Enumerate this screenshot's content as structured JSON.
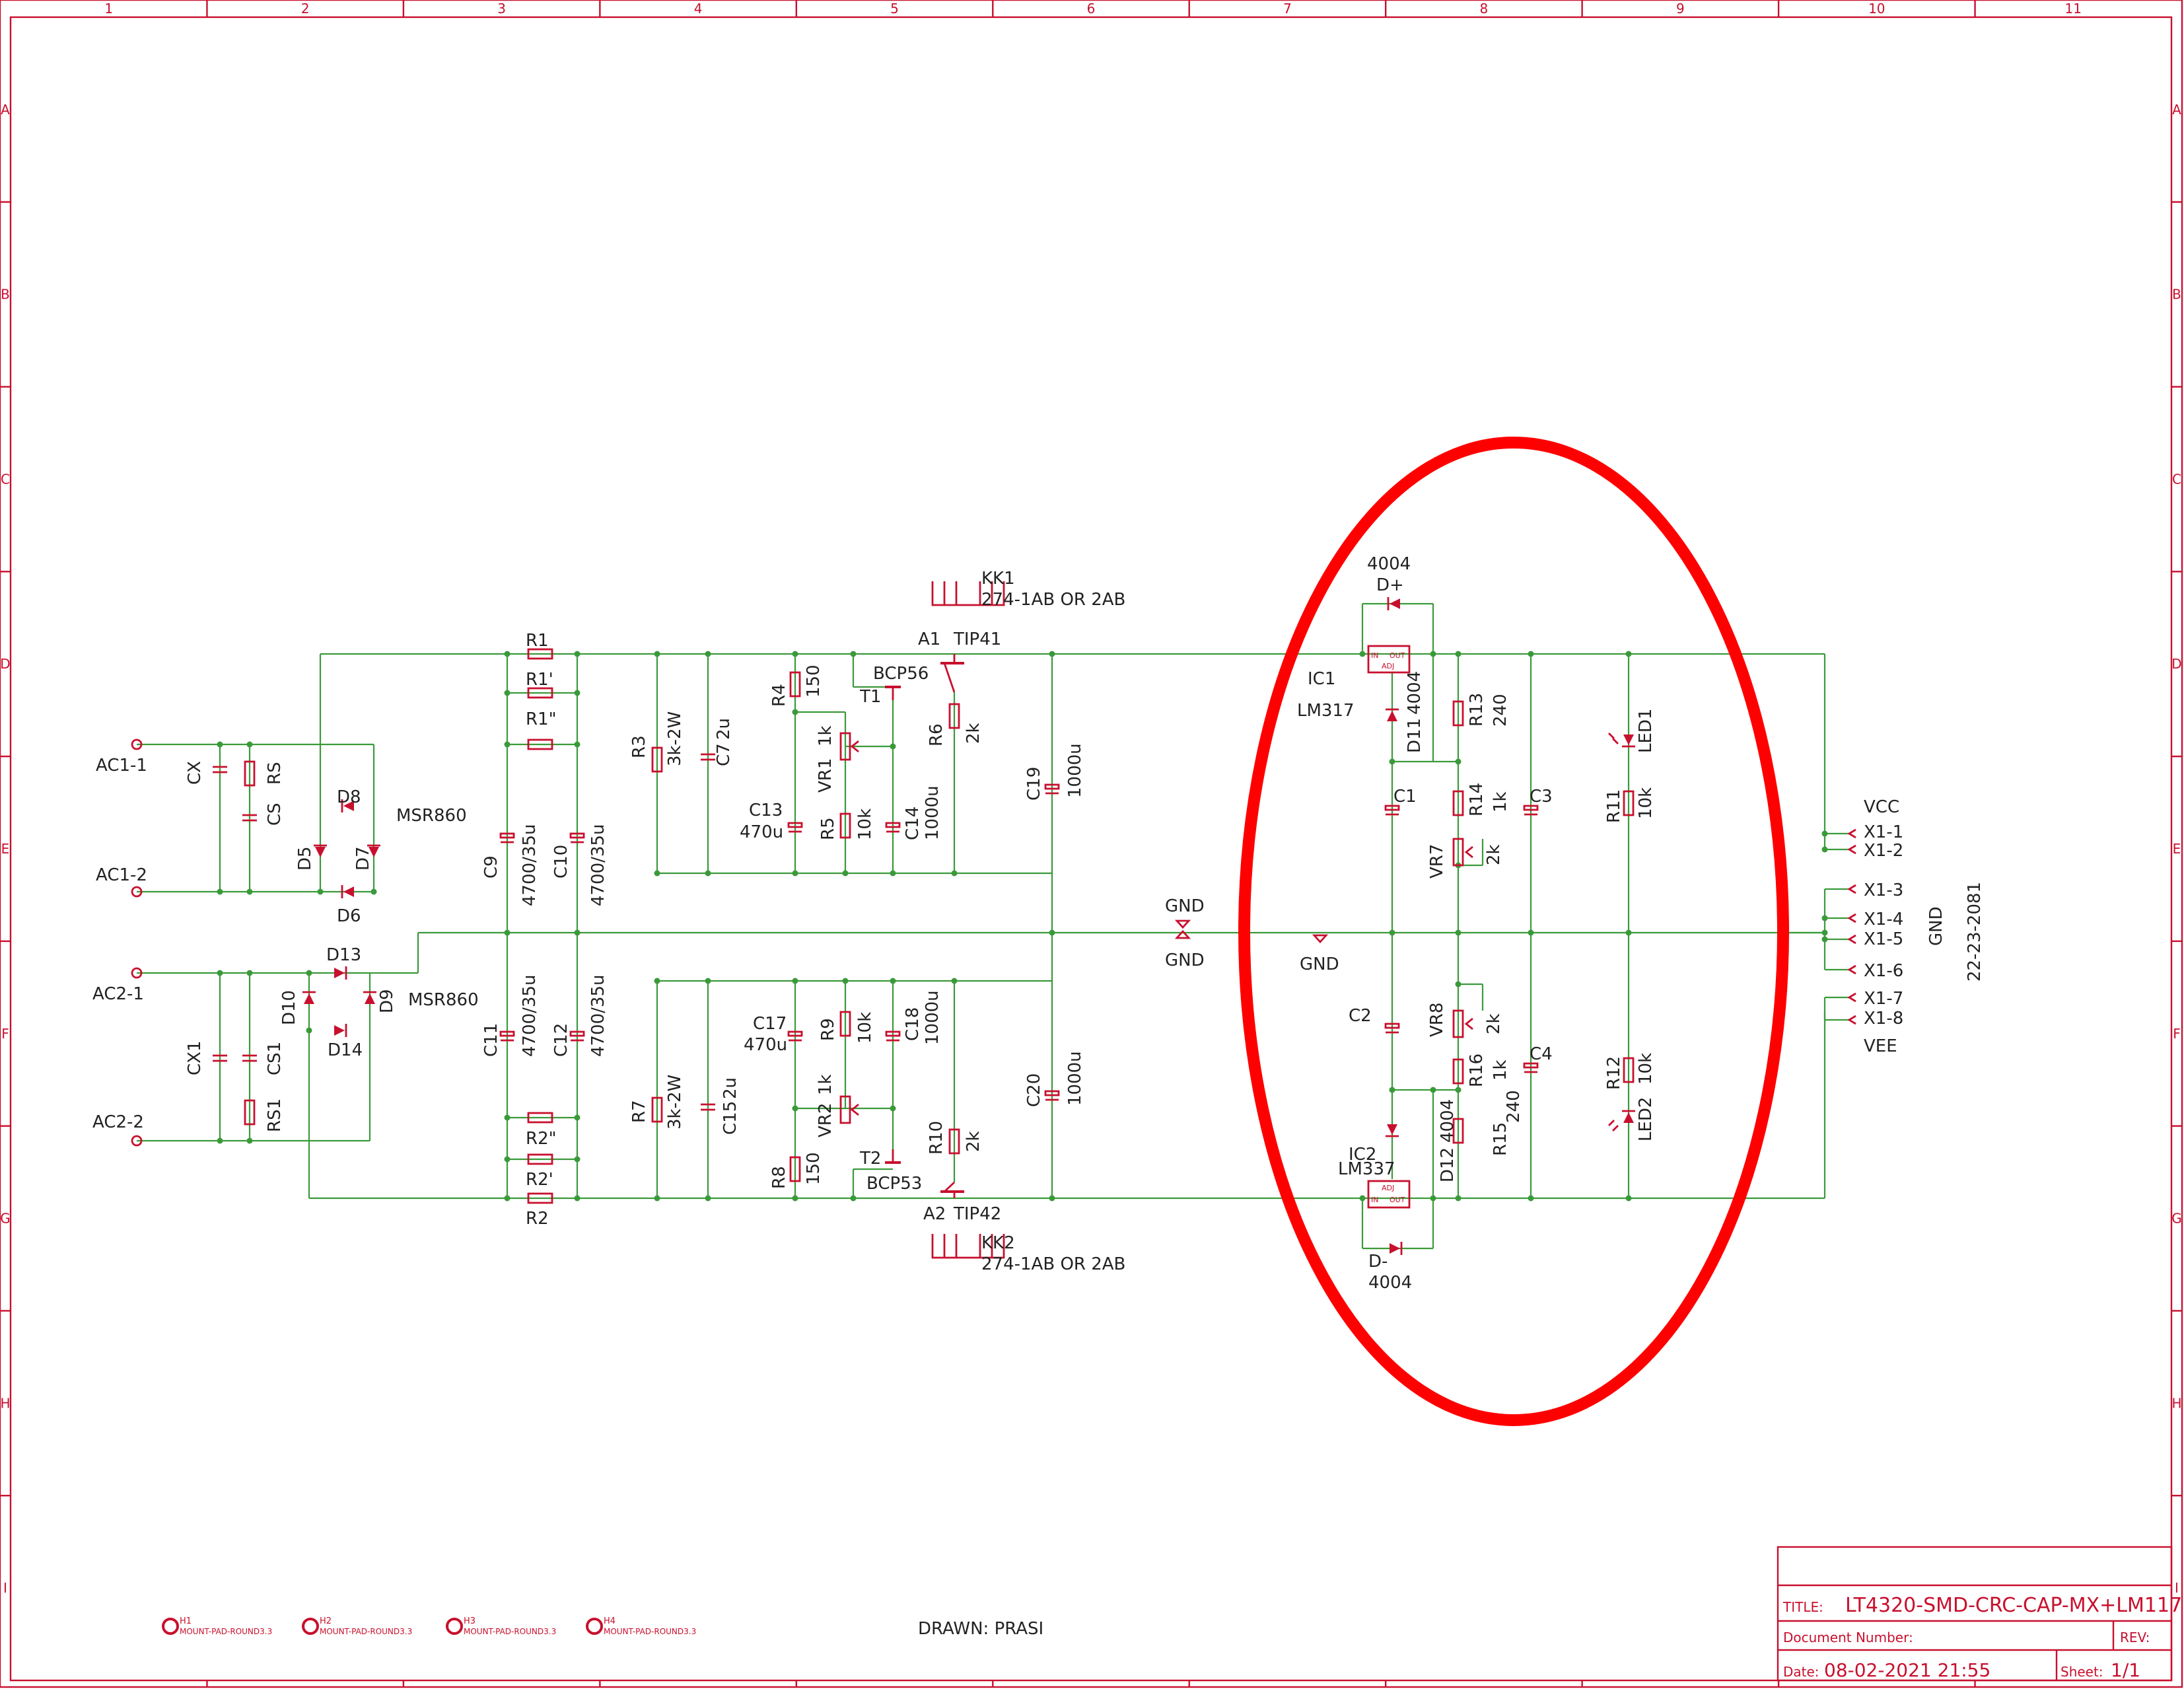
{
  "frame": {
    "cols": [
      "1",
      "2",
      "3",
      "4",
      "5",
      "6",
      "7",
      "8",
      "9",
      "10",
      "11"
    ],
    "rows": [
      "A",
      "B",
      "C",
      "D",
      "E",
      "F",
      "G",
      "H",
      "I"
    ]
  },
  "title_block": {
    "title_key": "TITLE:",
    "title_value": "LT4320-SMD-CRC-CAP-MX+LM117",
    "docnum_key": "Document Number:",
    "rev_key": "REV:",
    "date_key": "Date:",
    "date_value": "08-02-2021 21:55",
    "sheet_key": "Sheet:",
    "sheet_value": "1/1"
  },
  "drawn": "DRAWN: PRASI",
  "part_number": "22-23-2081",
  "mount_pads": [
    {
      "name": "H1",
      "value": "MOUNT-PAD-ROUND3.3"
    },
    {
      "name": "H2",
      "value": "MOUNT-PAD-ROUND3.3"
    },
    {
      "name": "H3",
      "value": "MOUNT-PAD-ROUND3.3"
    },
    {
      "name": "H4",
      "value": "MOUNT-PAD-ROUND3.3"
    }
  ],
  "labels": {
    "ac1_1": "AC1-1",
    "ac1_2": "AC1-2",
    "ac2_1": "AC2-1",
    "ac2_2": "AC2-2",
    "cx": "CX",
    "rs": "RS",
    "cs": "CS",
    "cx1": "CX1",
    "cs1": "CS1",
    "rs1": "RS1",
    "d5": "D5",
    "d6": "D6",
    "d7": "D7",
    "d8": "D8",
    "d9": "D9",
    "d10": "D10",
    "d13": "D13",
    "d14": "D14",
    "msr1": "MSR860",
    "msr2": "MSR860",
    "r1": "R1",
    "r1a": "R1'",
    "r1b": "R1\"",
    "r2": "R2",
    "r2a": "R2'",
    "r2b": "R2\"",
    "c9": "C9",
    "c9v": "4700/35u",
    "c10": "C10",
    "c10v": "4700/35u",
    "c11": "C11",
    "c11v": "4700/35u",
    "c12": "C12",
    "c12v": "4700/35u",
    "r3": "R3",
    "r3v": "3k-2W",
    "c7": "C7",
    "c7v": "2u",
    "r7": "R7",
    "r7v": "3k-2W",
    "c15": "C15",
    "c15v": "2u",
    "r4": "R4",
    "r4v": "150",
    "vr1": "VR1",
    "vr1v": "1k",
    "c13": "C13",
    "c13v": "470u",
    "r5": "R5",
    "r5v": "10k",
    "c14": "C14",
    "c14v": "1000u",
    "t1": "T1",
    "bcp56": "BCP56",
    "r6": "R6",
    "r6v": "2k",
    "a1": "A1",
    "tip41": "TIP41",
    "kk1": "KK1",
    "kk1v": "274-1AB OR 2AB",
    "c19": "C19",
    "c19v": "1000u",
    "c17": "C17",
    "c17v": "470u",
    "r9": "R9",
    "r9v": "10k",
    "c18": "C18",
    "c18v": "1000u",
    "vr2": "VR2",
    "vr2v": "1k",
    "r8": "R8",
    "r8v": "150",
    "t2": "T2",
    "bcp53": "BCP53",
    "r10": "R10",
    "r10v": "2k",
    "a2": "A2",
    "tip42": "TIP42",
    "kk2": "KK2",
    "kk2v": "274-1AB OR 2AB",
    "c20": "C20",
    "c20v": "1000u",
    "gnd1": "GND",
    "gnd2": "GND",
    "gnd3": "GND",
    "gnd4": "GND",
    "d_plus": "D+",
    "d_plus_v": "4004",
    "ic1": "IC1",
    "lm317": "LM317",
    "d11": "D11",
    "d11v": "4004",
    "r13": "R13",
    "r13v": "240",
    "c1": "C1",
    "r14": "R14",
    "r14v": "1k",
    "c3": "C3",
    "vr7": "VR7",
    "vr7v": "2k",
    "led1": "LED1",
    "r11": "R11",
    "r11v": "10k",
    "c2": "C2",
    "vr8": "VR8",
    "vr8v": "2k",
    "r16": "R16",
    "r16v": "1k",
    "c4": "C4",
    "r12": "R12",
    "r12v": "10k",
    "led2": "LED2",
    "ic2": "IC2",
    "lm337": "LM337",
    "d12": "D12",
    "d12v": "4004",
    "r15": "R15",
    "r15v": "240",
    "d_minus": "D-",
    "d_minus_v": "4004",
    "vcc": "VCC",
    "vee": "VEE",
    "x1_1": "X1-1",
    "x1_2": "X1-2",
    "x1_3": "X1-3",
    "x1_4": "X1-4",
    "x1_5": "X1-5",
    "x1_6": "X1-6",
    "x1_7": "X1-7",
    "x1_8": "X1-8",
    "ic_in": "IN",
    "ic_out": "OUT",
    "ic_adj": "ADJ"
  },
  "colors": {
    "wire": "#3a9a3a",
    "part": "#c8102e",
    "highlight": "#ff0000"
  }
}
